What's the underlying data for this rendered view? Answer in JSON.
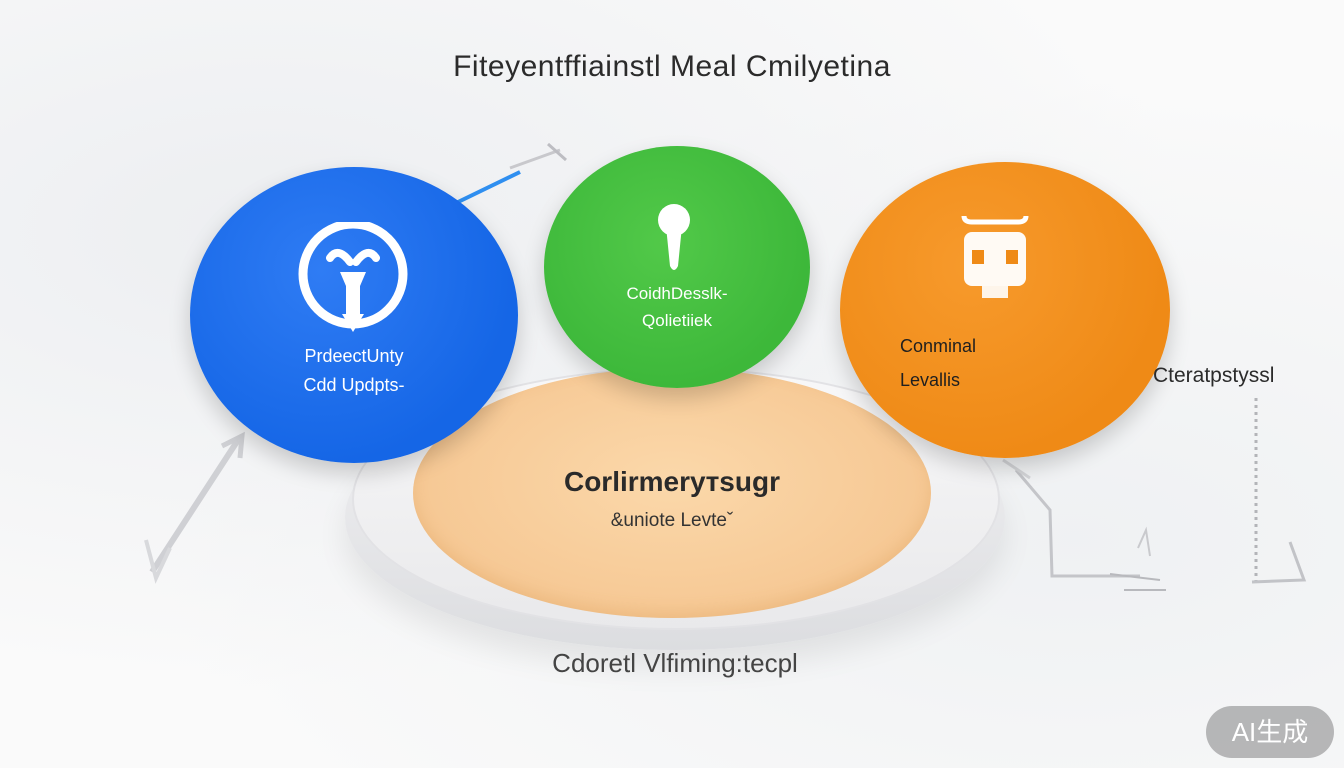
{
  "title": "Fiteyentffiainstl Meal Cmilyetina",
  "circles": {
    "blue": {
      "line1": "PrdeectUnty",
      "line2": "Cdd Updpts-",
      "color": "#1566e6",
      "icon": "lightbulb-icon"
    },
    "green": {
      "line1": "CoidhDesslk-",
      "line2": "Qolietiiek",
      "color": "#3db83a",
      "icon": "keyhole-icon"
    },
    "orange": {
      "line1": "Conminal",
      "line2": "Levallis",
      "color": "#ef8a16",
      "icon": "robot-icon"
    }
  },
  "core": {
    "title": "Corlirmeryтsugr",
    "subtitle": "&uniote Levteˇ"
  },
  "base_label": "Cdoretl Vlfiming:tecpl",
  "side_label": "Cteratpstyssl",
  "badge": "AI生成"
}
